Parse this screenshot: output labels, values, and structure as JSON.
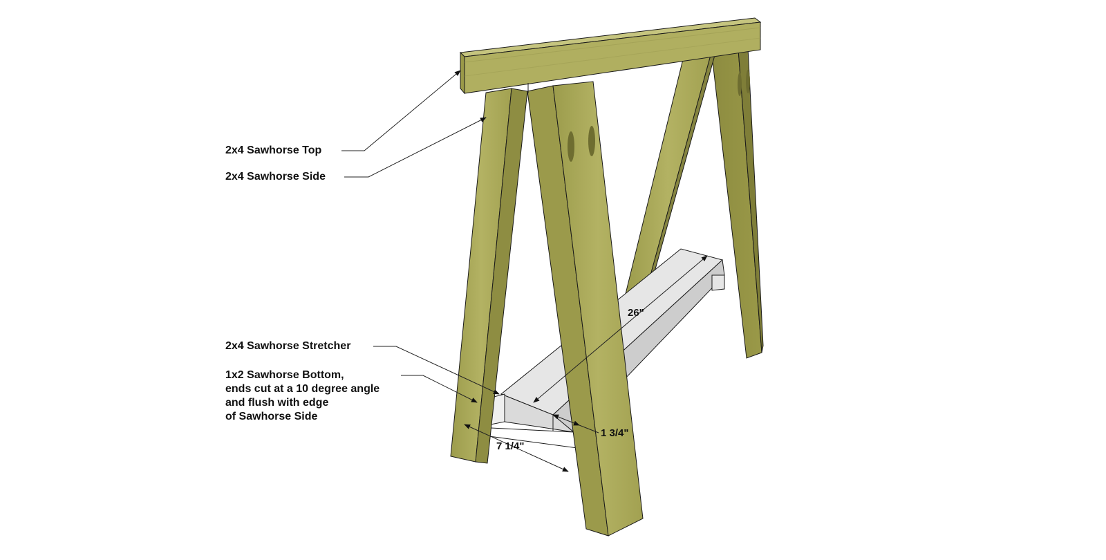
{
  "labels": {
    "top": "2x4 Sawhorse Top",
    "side": "2x4 Sawhorse Side",
    "stretcher": "2x4 Sawhorse Stretcher",
    "bottom_line1": "1x2 Sawhorse Bottom,",
    "bottom_line2": "ends cut at a 10 degree angle",
    "bottom_line3": "and flush with edge",
    "bottom_line4": "of Sawhorse Side"
  },
  "dimensions": {
    "stretcher_length": "26\"",
    "bottom_length": "7 1/4\"",
    "bottom_width": "1 3/4\""
  },
  "colors": {
    "wood": "#a9a955",
    "wood_dark": "#8c8c40",
    "wood_light": "#c3c27a",
    "stretcher": "#e4e4e4",
    "stretcher_shade": "#cfcfcf",
    "outline": "#1a1a1a"
  }
}
